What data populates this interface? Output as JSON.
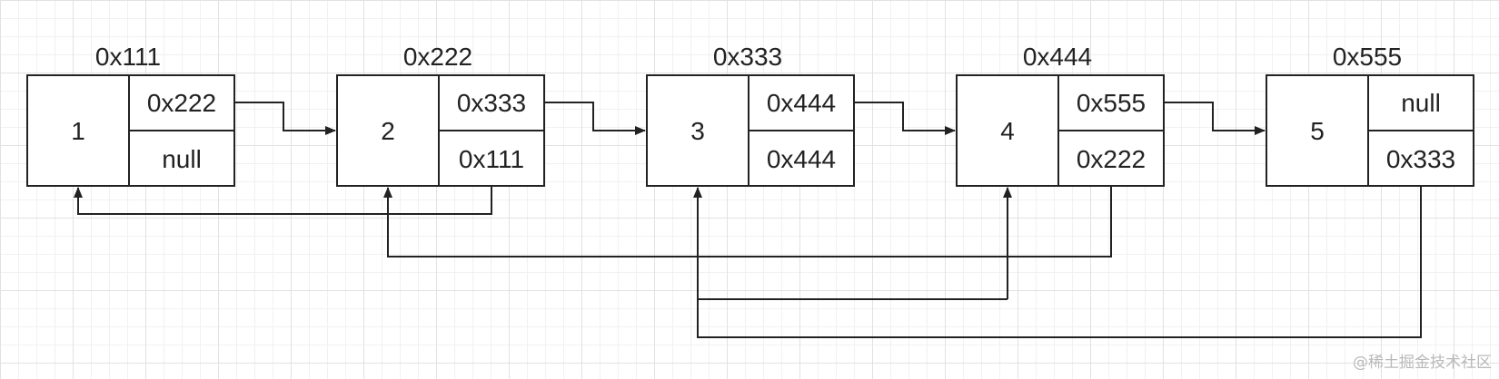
{
  "colors": {
    "stroke": "#222222",
    "background": "#ffffff",
    "watermark": "#b9b9b9"
  },
  "nodes": [
    {
      "address": "0x111",
      "value": "1",
      "next": "0x222",
      "prev": "null"
    },
    {
      "address": "0x222",
      "value": "2",
      "next": "0x333",
      "prev": "0x111"
    },
    {
      "address": "0x333",
      "value": "3",
      "next": "0x444",
      "prev": "0x444"
    },
    {
      "address": "0x444",
      "value": "4",
      "next": "0x555",
      "prev": "0x222"
    },
    {
      "address": "0x555",
      "value": "5",
      "next": "null",
      "prev": "0x333"
    }
  ],
  "watermark": "@稀土掘金技术社区"
}
